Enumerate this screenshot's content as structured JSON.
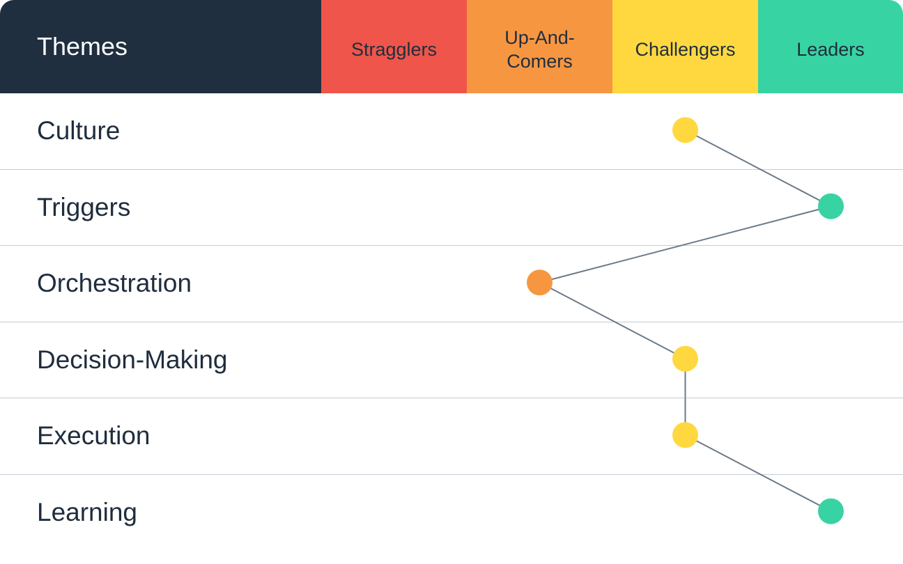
{
  "chart_data": {
    "type": "line",
    "header_label": "Themes",
    "categories": [
      {
        "label": "Stragglers",
        "color": "#ef554a"
      },
      {
        "label": "Up-And-\nComers",
        "color": "#f79641"
      },
      {
        "label": "Challengers",
        "color": "#ffd840"
      },
      {
        "label": "Leaders",
        "color": "#38d3a2"
      }
    ],
    "rows": [
      {
        "label": "Culture",
        "level": "Challengers"
      },
      {
        "label": "Triggers",
        "level": "Leaders"
      },
      {
        "label": "Orchestration",
        "level": "Up-And-\nComers"
      },
      {
        "label": "Decision-Making",
        "level": "Challengers"
      },
      {
        "label": "Execution",
        "level": "Challengers"
      },
      {
        "label": "Learning",
        "level": "Leaders"
      }
    ],
    "header_color": "#1f2f40",
    "line_color": "#6b7a89"
  }
}
